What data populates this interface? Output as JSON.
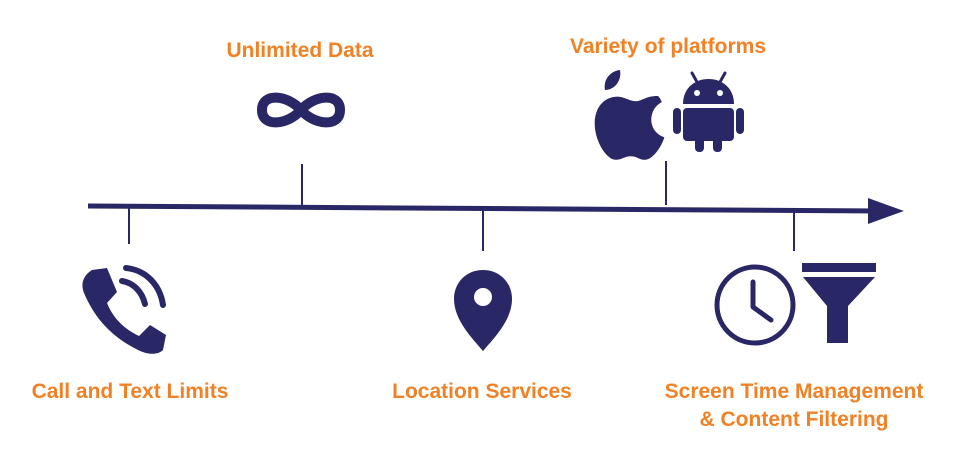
{
  "colors": {
    "accent": "#F08125",
    "primary": "#2A2766"
  },
  "features": {
    "unlimited_data": {
      "label": "Unlimited Data",
      "icon": "infinity-icon"
    },
    "platforms": {
      "label": "Variety of platforms",
      "icons": [
        "apple-icon",
        "android-icon"
      ]
    },
    "call_text": {
      "label": "Call and Text Limits",
      "icon": "phone-icon"
    },
    "location": {
      "label": "Location Services",
      "icon": "map-pin-icon"
    },
    "screen_time": {
      "label_line1": "Screen Time Management",
      "label_line2": "& Content Filtering",
      "icons": [
        "clock-icon",
        "filter-icon"
      ]
    }
  }
}
